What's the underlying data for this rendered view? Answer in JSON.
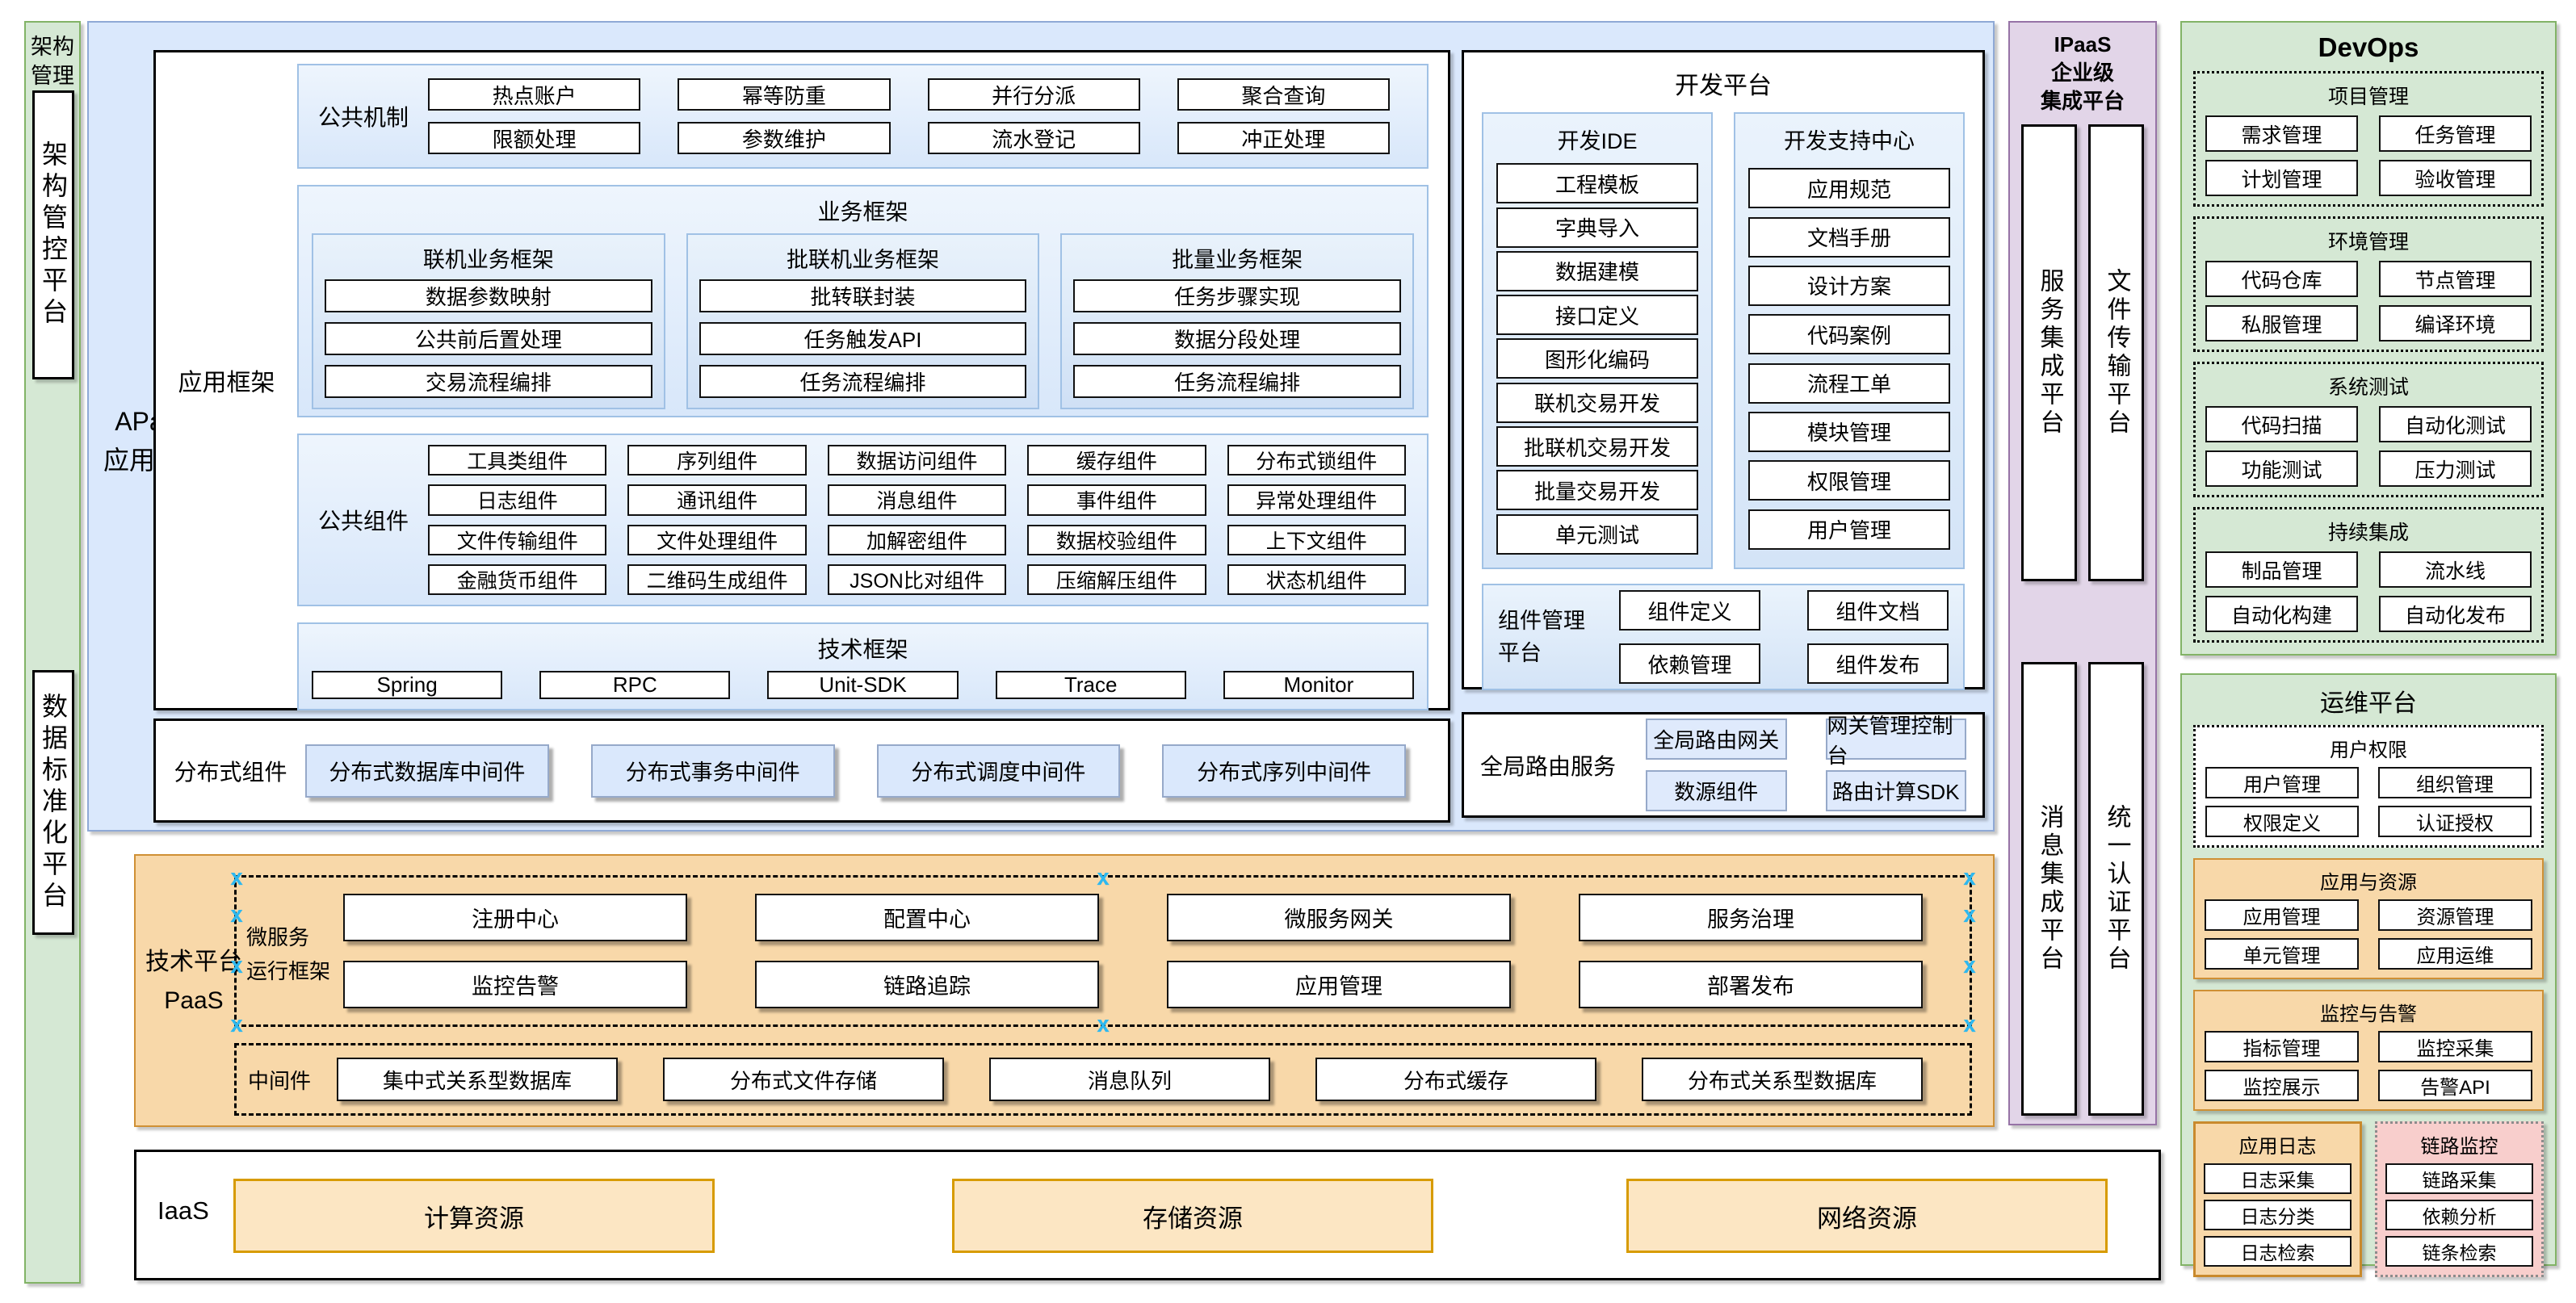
{
  "colors": {
    "green_fill": "#d5e8d4",
    "green_border": "#82b366",
    "blue_fill": "#dae8fc",
    "blue_border": "#8fa9d6",
    "panel_border": "#a0c1e5",
    "orange_fill": "#f8d8a9",
    "orange_border": "#d79b00",
    "purple_fill": "#e2d5e8",
    "purple_border": "#9673a6",
    "pink_fill": "#f8cecc",
    "selection_handle": "#2eb8ef"
  },
  "left_rail": {
    "title": "架构\n管理",
    "bar1": "架构管控平台",
    "bar2": "数据标准化平台"
  },
  "apaas": {
    "label": "APaaS\n应用平台",
    "app_framework": {
      "label": "应用框架",
      "mechanism": {
        "label": "公共机制",
        "items": [
          "热点账户",
          "幂等防重",
          "并行分派",
          "聚合查询",
          "限额处理",
          "参数维护",
          "流水登记",
          "冲正处理"
        ]
      },
      "business": {
        "title": "业务框架",
        "groups": [
          {
            "title": "联机业务框架",
            "items": [
              "数据参数映射",
              "公共前后置处理",
              "交易流程编排"
            ]
          },
          {
            "title": "批联机业务框架",
            "items": [
              "批转联封装",
              "任务触发API",
              "任务流程编排"
            ]
          },
          {
            "title": "批量业务框架",
            "items": [
              "任务步骤实现",
              "数据分段处理",
              "任务流程编排"
            ]
          }
        ]
      },
      "components": {
        "label": "公共组件",
        "items": [
          "工具类组件",
          "序列组件",
          "数据访问组件",
          "缓存组件",
          "分布式锁组件",
          "日志组件",
          "通讯组件",
          "消息组件",
          "事件组件",
          "异常处理组件",
          "文件传输组件",
          "文件处理组件",
          "加解密组件",
          "数据校验组件",
          "上下文组件",
          "金融货币组件",
          "二维码生成组件",
          "JSON比对组件",
          "压缩解压组件",
          "状态机组件"
        ]
      },
      "tech": {
        "title": "技术框架",
        "items": [
          "Spring",
          "RPC",
          "Unit-SDK",
          "Trace",
          "Monitor"
        ]
      }
    },
    "distributed": {
      "label": "分布式组件",
      "items": [
        "分布式数据库中间件",
        "分布式事务中间件",
        "分布式调度中间件",
        "分布式序列中间件"
      ]
    },
    "dev_platform": {
      "title": "开发平台",
      "ide": {
        "title": "开发IDE",
        "items": [
          "工程模板",
          "字典导入",
          "数据建模",
          "接口定义",
          "图形化编码",
          "联机交易开发",
          "批联机交易开发",
          "批量交易开发",
          "单元测试"
        ]
      },
      "support": {
        "title": "开发支持中心",
        "items": [
          "应用规范",
          "文档手册",
          "设计方案",
          "代码案例",
          "流程工单",
          "模块管理",
          "权限管理",
          "用户管理"
        ]
      },
      "component_mgmt": {
        "label": "组件管理\n平台",
        "items": [
          "组件定义",
          "组件文档",
          "依赖管理",
          "组件发布"
        ]
      }
    },
    "routing": {
      "label": "全局路由服务",
      "items": [
        "全局路由网关",
        "网关管理控制台",
        "数源组件",
        "路由计算SDK"
      ]
    }
  },
  "paas": {
    "label": "技术平台\nPaaS",
    "microservice": {
      "label": "微服务\n运行框架",
      "items": [
        "注册中心",
        "配置中心",
        "微服务网关",
        "服务治理",
        "监控告警",
        "链路追踪",
        "应用管理",
        "部署发布"
      ]
    },
    "middleware": {
      "label": "中间件",
      "items": [
        "集中式关系型数据库",
        "分布式文件存储",
        "消息队列",
        "分布式缓存",
        "分布式关系型数据库"
      ]
    }
  },
  "iaas": {
    "label": "IaaS",
    "items": [
      "计算资源",
      "存储资源",
      "网络资源"
    ]
  },
  "ipaas": {
    "title": "IPaaS\n企业级\n集成平台",
    "bars_top": [
      "服务集成平台",
      "文件传输平台"
    ],
    "bars_bottom": [
      "消息集成平台",
      "统一认证平台"
    ]
  },
  "devops": {
    "title": "DevOps",
    "sections": [
      {
        "title": "项目管理",
        "items": [
          "需求管理",
          "任务管理",
          "计划管理",
          "验收管理"
        ]
      },
      {
        "title": "环境管理",
        "items": [
          "代码仓库",
          "节点管理",
          "私服管理",
          "编译环境"
        ]
      },
      {
        "title": "系统测试",
        "items": [
          "代码扫描",
          "自动化测试",
          "功能测试",
          "压力测试"
        ]
      },
      {
        "title": "持续集成",
        "items": [
          "制品管理",
          "流水线",
          "自动化构建",
          "自动化发布"
        ]
      }
    ]
  },
  "ops": {
    "title": "运维平台",
    "user": {
      "title": "用户权限",
      "items": [
        "用户管理",
        "组织管理",
        "权限定义",
        "认证授权"
      ]
    },
    "apps": {
      "title": "应用与资源",
      "items": [
        "应用管理",
        "资源管理",
        "单元管理",
        "应用运维"
      ]
    },
    "monitor": {
      "title": "监控与告警",
      "items": [
        "指标管理",
        "监控采集",
        "监控展示",
        "告警API"
      ]
    },
    "logs": {
      "title": "应用日志",
      "items": [
        "日志采集",
        "日志分类",
        "日志检索"
      ]
    },
    "trace": {
      "title": "链路监控",
      "items": [
        "链路采集",
        "依赖分析",
        "链条检索"
      ]
    }
  }
}
